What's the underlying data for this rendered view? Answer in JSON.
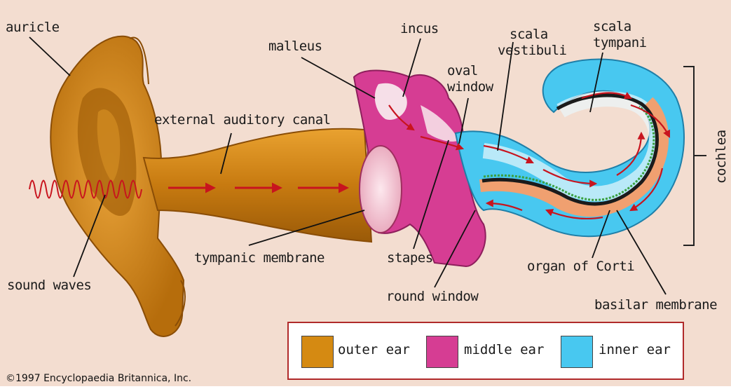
{
  "colors": {
    "background": "#f3ddd0",
    "outer_ear": "#d58a12",
    "middle_ear": "#d63d93",
    "inner_ear": "#48c8f0",
    "arrow": "#c8141e",
    "cochlea_duct": "#f0a070"
  },
  "labels": {
    "auricle": "auricle",
    "malleus": "malleus",
    "incus": "incus",
    "scala_vestibuli": [
      "scala",
      "vestibuli"
    ],
    "scala_tympani": [
      "scala",
      "tympani"
    ],
    "oval_window": [
      "oval",
      "window"
    ],
    "external_auditory_canal": "external auditory canal",
    "cochlea": "cochlea",
    "tympanic_membrane": "tympanic membrane",
    "stapes": "stapes",
    "organ_of_corti": "organ of Corti",
    "sound_waves": "sound waves",
    "round_window": "round window",
    "basilar_membrane": "basilar membrane"
  },
  "legend": {
    "outer": "outer ear",
    "middle": "middle ear",
    "inner": "inner ear"
  },
  "copyright": "©1997 Encyclopaedia Britannica, Inc."
}
